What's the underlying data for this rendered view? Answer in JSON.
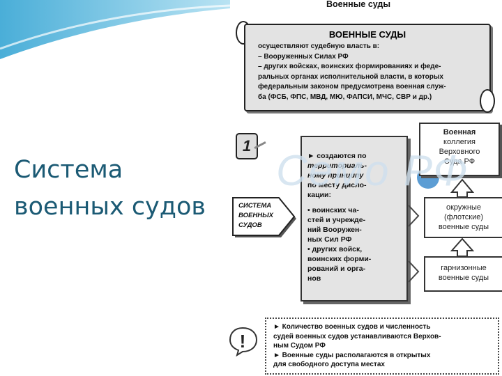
{
  "slide": {
    "title_lines": [
      "Система",
      "военных судов"
    ],
    "accent_color": "#1b5a74",
    "decoration_color": "#6fc3e6"
  },
  "scheme": {
    "header": "Военные суды",
    "scroll": {
      "title": "ВОЕННЫЕ СУДЫ",
      "lines": [
        "осуществляют судебную власть в:",
        "–  Вооруженных Силах РФ",
        "–  других войсках, воинских формированиях и феде-",
        "ральных органах исполнительной власти, в которых",
        "федеральным законом предусмотрена военная служ-",
        "ба (ФСБ, ФПС, МВД, МЮ, ФАПСИ, МЧС, СВР и др.)"
      ]
    },
    "number_badge": "1",
    "arrow_label_lines": [
      "СИСТЕМА",
      "ВОЕННЫХ",
      "СУДОВ"
    ],
    "center_lines": [
      "► создаются по",
      "территориаль-",
      "ному принципу",
      "по месту дисло-",
      "кации:",
      "",
      "•  воинских ча-",
      "стей и учрежде-",
      "ний Вооружен-",
      "ных Сил РФ",
      "•  других войск,",
      "воинских форми-",
      "рований и орга-",
      "нов"
    ],
    "right_boxes": [
      {
        "lines": [
          "Военная",
          "коллегия",
          "Верховного",
          "Суда РФ"
        ]
      },
      {
        "lines": [
          "окружные",
          "(флотские)",
          "военные суды"
        ]
      },
      {
        "lines": [
          "гарнизонные",
          "военные суды"
        ]
      }
    ],
    "watermark": "Семо РФ",
    "warning_symbol": "!",
    "bottom_lines": [
      "► Количество военных судов и численность",
      "судей военных судов устанавливаются Верхов-",
      "ным Судом РФ",
      "► Военные суды располагаются в открытых",
      "для свободного доступа местах"
    ]
  }
}
